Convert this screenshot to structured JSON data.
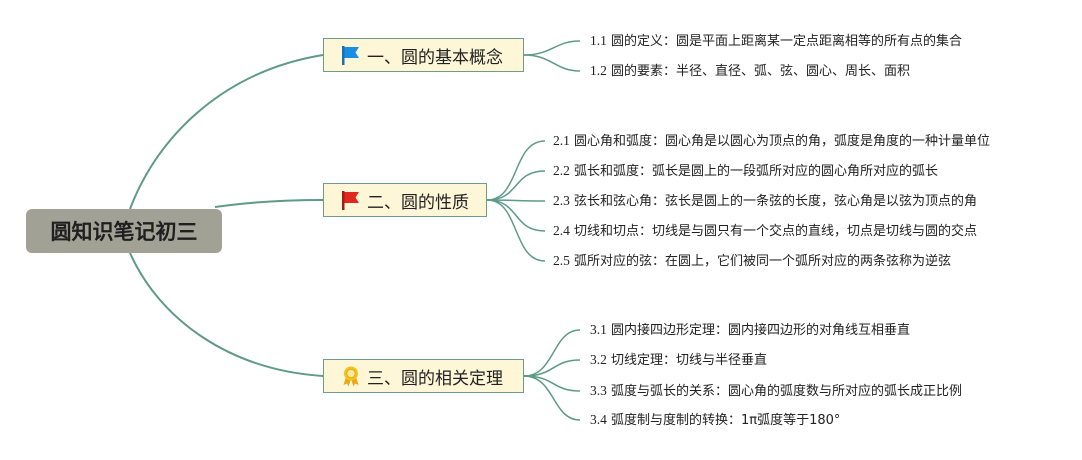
{
  "root": {
    "title": "圆知识笔记初三"
  },
  "branches": [
    {
      "label": "一、圆的基本概念",
      "icon": "blue-flag-icon",
      "color": "#1a8ee0",
      "items": [
        {
          "num": "1.1",
          "text": "圆的定义：圆是平面上距离某一定点距离相等的所有点的集合"
        },
        {
          "num": "1.2",
          "text": "圆的要素：半径、直径、弧、弦、圆心、周长、面积"
        }
      ]
    },
    {
      "label": "二、圆的性质",
      "icon": "red-flag-icon",
      "color": "#e0281e",
      "items": [
        {
          "num": "2.1",
          "text": "圆心角和弧度：圆心角是以圆心为顶点的角，弧度是角度的一种计量单位"
        },
        {
          "num": "2.2",
          "text": "弧长和弧度：弧长是圆上的一段弧所对应的圆心角所对应的弧长"
        },
        {
          "num": "2.3",
          "text": "弦长和弦心角：弦长是圆上的一条弦的长度，弦心角是以弦为顶点的角"
        },
        {
          "num": "2.4",
          "text": "切线和切点：切线是与圆只有一个交点的直线，切点是切线与圆的交点"
        },
        {
          "num": "2.5",
          "text": "弧所对应的弦：在圆上，它们被同一个弧所对应的两条弦称为逆弦"
        }
      ]
    },
    {
      "label": "三、圆的相关定理",
      "icon": "award-ribbon-icon",
      "color": "#f2c31b",
      "items": [
        {
          "num": "3.1",
          "text": "圆内接四边形定理：圆内接四边形的对角线互相垂直"
        },
        {
          "num": "3.2",
          "text": "切线定理：切线与半径垂直"
        },
        {
          "num": "3.3",
          "text": "弧度与弧长的关系：圆心角的弧度数与所对应的弧长成正比例"
        },
        {
          "num": "3.4",
          "text": "弧度制与度制的转换：1π弧度等于180°"
        }
      ]
    }
  ],
  "colors": {
    "line": "#5e9a85",
    "branch_fill": "#fdf6d7",
    "root_fill": "#a1a195"
  }
}
